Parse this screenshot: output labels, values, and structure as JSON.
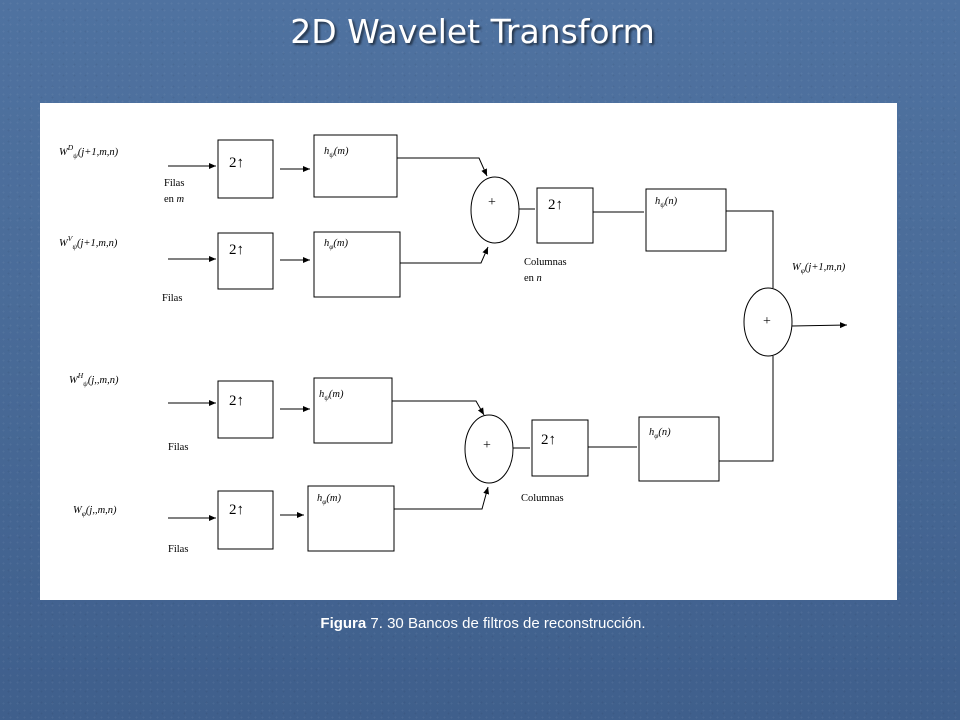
{
  "slide_title": "2D Wavelet Transform",
  "caption": {
    "bold": "Figura",
    "text": " 7. 30 Bancos de filtros de reconstrucción."
  },
  "diagram": {
    "inputs": {
      "wd": "W",
      "wd_sup": "D",
      "wd_sub": "ψ",
      "wd_arg": "(j+1,m,n)",
      "wv": "W",
      "wv_sup": "V",
      "wv_sub": "ψ",
      "wv_arg": "(j+1,m,n)",
      "wh": "W",
      "wh_sup": "H",
      "wh_sub": "ψ",
      "wh_arg": "(j,,m,n)",
      "wphi": "W",
      "wphi_sub": "φ",
      "wphi_arg": "(j,,m,n)"
    },
    "output": {
      "w": "W",
      "sub": "φ",
      "arg": "(j+1,m,n)"
    },
    "upsamplers": {
      "label": "2↑"
    },
    "filters": {
      "f1": {
        "h": "h",
        "sub": "ψ",
        "arg": "(m)"
      },
      "f2": {
        "h": "h",
        "sub": "φ",
        "arg": "(m)"
      },
      "f3": {
        "h": "h",
        "sub": "ψ",
        "arg": "(m)"
      },
      "f4": {
        "h": "h",
        "sub": "φ",
        "arg": "(m)"
      },
      "fn_top": {
        "h": "h",
        "sub": "ψ",
        "arg": "(n)"
      },
      "fn_bot": {
        "h": "h",
        "sub": "φ",
        "arg": "(n)"
      }
    },
    "notes": {
      "filas_en": "Filas",
      "en_m_en": "en ",
      "en_m_var": "m",
      "filas": "Filas",
      "columnas_en": "Columnas",
      "en_n_en": "en ",
      "en_n_var": "n",
      "columnas": "Columnas"
    },
    "adder_sign": "+"
  }
}
